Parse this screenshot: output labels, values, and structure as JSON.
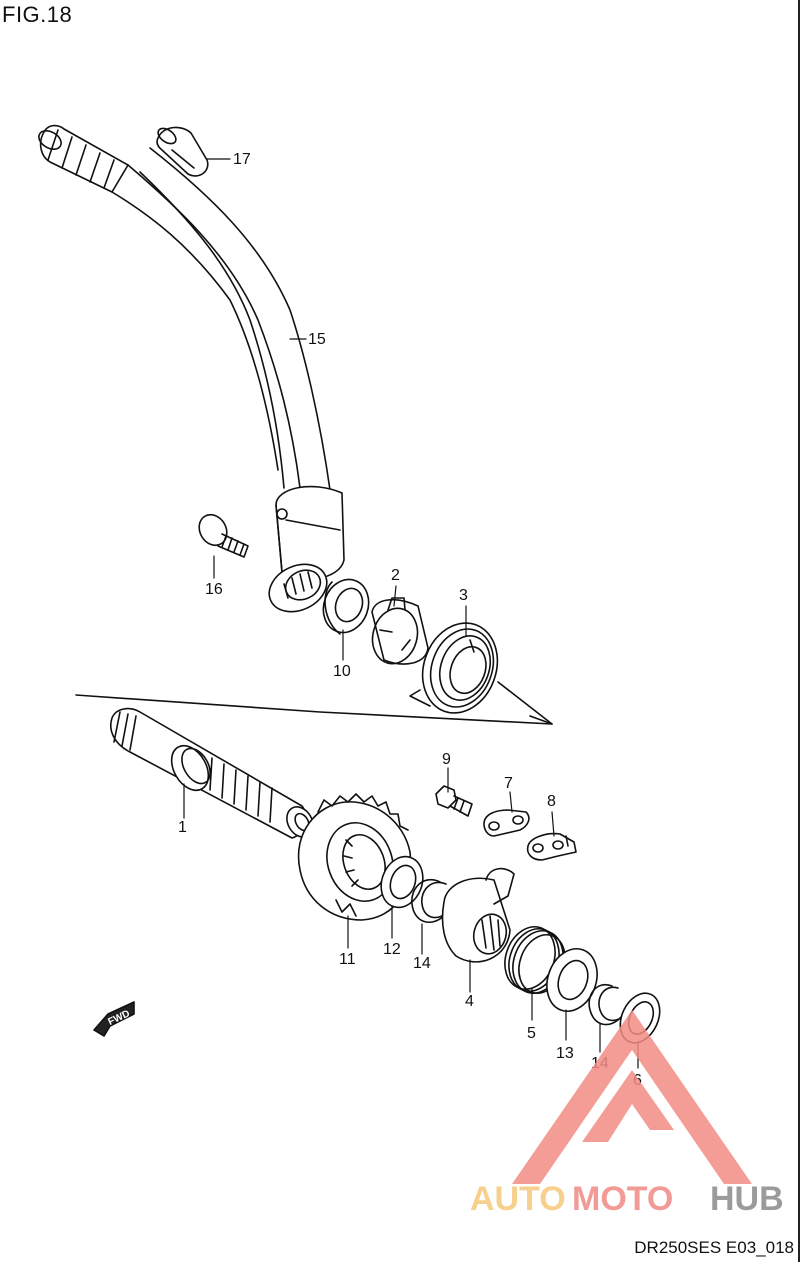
{
  "figure_label": "FIG.18",
  "drawing_code": "DR250SES E03_018",
  "fwd_marker": "FWD",
  "watermark": {
    "part1": "AUTO",
    "part2": "MOTO",
    "part3": "HUB",
    "color_auto": "#f5c878",
    "color_moto": "#f08a84",
    "color_hub": "#8a8a8a",
    "logo_color": "#f38c86"
  },
  "callouts": {
    "c1": "1",
    "c2": "2",
    "c3": "3",
    "c4": "4",
    "c5": "5",
    "c6": "6",
    "c7": "7",
    "c8": "8",
    "c9": "9",
    "c10": "10",
    "c11": "11",
    "c12": "12",
    "c13": "13",
    "c14a": "14",
    "c14b": "14",
    "c15": "15",
    "c16": "16",
    "c17": "17"
  }
}
